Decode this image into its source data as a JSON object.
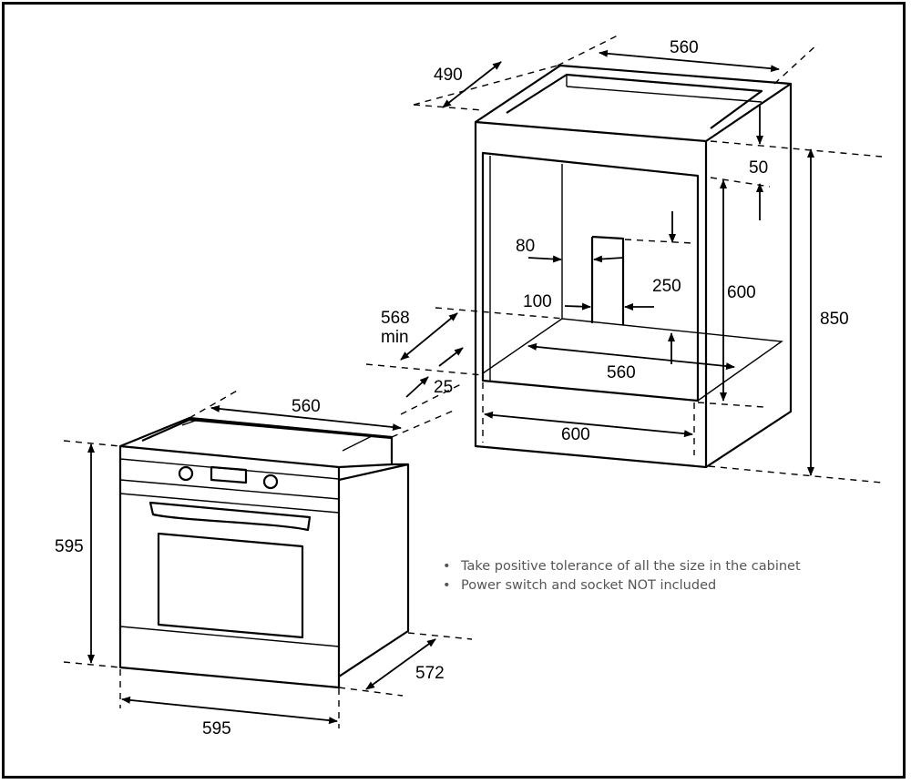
{
  "cabinet": {
    "depth": "490",
    "top_width": "560",
    "top_gap": "50",
    "inner_height": "600",
    "total_height": "850",
    "vent_width": "80",
    "vent_height": "250",
    "vent_offset": "100",
    "floor_width": "560",
    "base_width": "600",
    "min_depth": "568",
    "min_label": "min",
    "front_gap": "25"
  },
  "oven": {
    "top_width": "560",
    "height": "595",
    "width": "595",
    "depth": "572"
  },
  "notes": [
    "Take positive tolerance of all the size in the cabinet",
    "Power switch and socket NOT included"
  ],
  "bullet": "•"
}
